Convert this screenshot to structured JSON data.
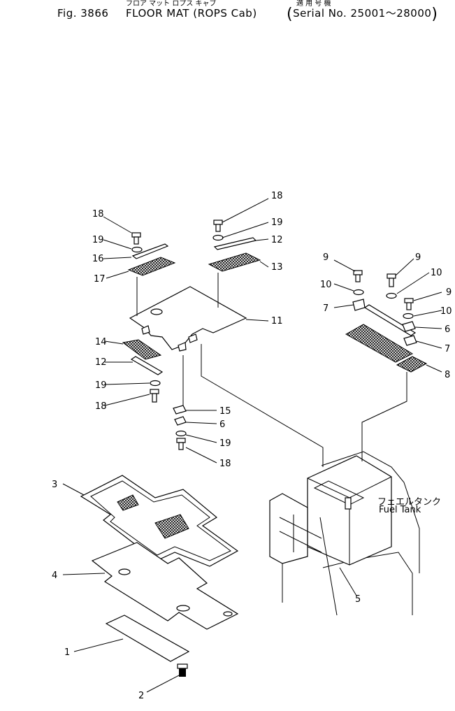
{
  "header": {
    "fig_label": "Fig. 3866",
    "title": "FLOOR MAT (ROPS Cab)",
    "title_jp": "フロア マット ロプス キャブ",
    "serial_jp": "適 用 号 機",
    "serial": "Serial No. 25001～28000"
  },
  "fuel_tank": {
    "label_jp": "フェエルタンク",
    "label": "Fuel Tank"
  },
  "callouts": {
    "c1": "1",
    "c2": "2",
    "c3": "3",
    "c4": "4",
    "c5": "5",
    "c6a": "6",
    "c6b": "6",
    "c7a": "7",
    "c7b": "7",
    "c8": "8",
    "c9a": "9",
    "c9b": "9",
    "c9c": "9",
    "c10a": "10",
    "c10b": "10",
    "c10c": "10",
    "c11": "11",
    "c12a": "12",
    "c12b": "12",
    "c13": "13",
    "c14": "14",
    "c15": "15",
    "c16": "16",
    "c17": "17",
    "c18a": "18",
    "c18b": "18",
    "c18c": "18",
    "c18d": "18",
    "c19a": "19",
    "c19b": "19",
    "c19c": "19",
    "c19d": "19"
  }
}
